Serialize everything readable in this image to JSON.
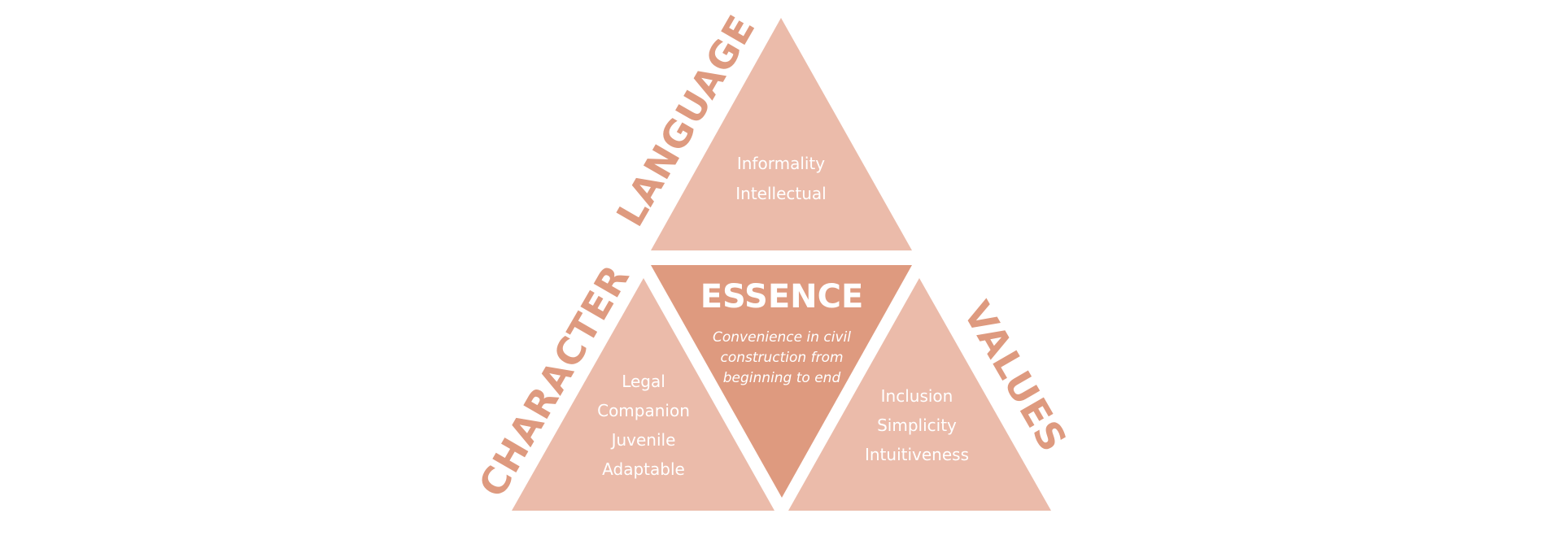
{
  "colors": {
    "light_triangle": "#EBBBAA",
    "essence_triangle": "#DE9A7F",
    "label": "#DE9A7F",
    "text": "#FFFFFF",
    "background": "#FFFFFF"
  },
  "labels": {
    "language": "LANGUAGE",
    "character": "CHARACTER",
    "values": "VALUES"
  },
  "top": {
    "items": [
      "Informality",
      "Intellectual"
    ]
  },
  "left": {
    "items": [
      "Legal",
      "Companion",
      "Juvenile",
      "Adaptable"
    ]
  },
  "right": {
    "items": [
      "Inclusion",
      "Simplicity",
      "Intuitiveness"
    ]
  },
  "essence": {
    "title": "ESSENCE",
    "description": [
      "Convenience in civil",
      "construction from",
      "beginning to end"
    ]
  }
}
